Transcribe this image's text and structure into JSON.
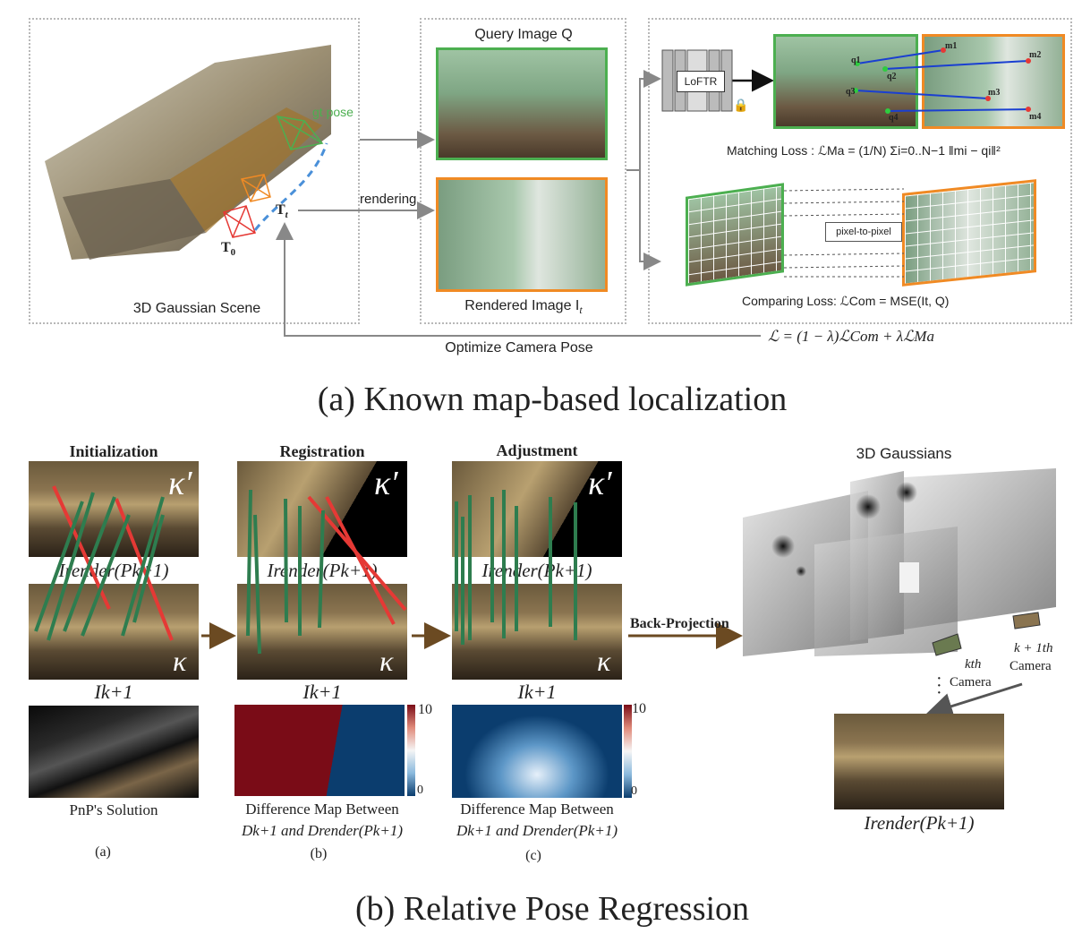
{
  "panel_a": {
    "scene_label": "3D Gaussian Scene",
    "gt_pose_label": "gt pose",
    "t0_label": "T",
    "t0_sub": "0",
    "tt_label": "T",
    "tt_sub": "t",
    "rendering_label": "rendering",
    "query_label": "Query Image Q",
    "rendered_label": "Rendered Image I",
    "rendered_sub": "t",
    "loftr_label": "LoFTR",
    "q_labels": [
      "q1",
      "q2",
      "q3",
      "q4"
    ],
    "m_labels": [
      "m1",
      "m2",
      "m3",
      "m4"
    ],
    "matching_loss": "Matching Loss :  ℒMa = (1/N) Σi=0..N−1 ‖mi − qi‖²",
    "pixel_label": "pixel-to-pixel",
    "comparing_loss": "Comparing Loss:   ℒCom = MSE(It, Q)",
    "optimize_label": "Optimize Camera Pose",
    "total_loss": "ℒ = (1 − λ)ℒCom + λℒMa",
    "caption": "(a) Known map-based localization"
  },
  "panel_b": {
    "stages": [
      "Initialization",
      "Registration",
      "Adjustment"
    ],
    "kappa_prime": "κ′",
    "kappa": "κ",
    "irender_label": "Irender(Pk+1)",
    "ik_label": "Ik+1",
    "pnp_label": "PnP's Solution",
    "diff_label_1": "Difference Map Between",
    "diff_label_2": "Dk+1 and Drender(Pk+1)",
    "colorbar_max": "10",
    "colorbar_min": "0",
    "sub_labels": [
      "(a)",
      "(b)",
      "(c)"
    ],
    "back_projection": "Back-Projection",
    "gaussians_title": "3D Gaussians",
    "kth_camera": "kth",
    "kth_camera_2": "Camera",
    "k1th_camera": "k + 1th",
    "k1th_camera_2": "Camera",
    "render_label": "Irender(Pk+1)",
    "caption": "(b) Relative Pose Regression"
  }
}
